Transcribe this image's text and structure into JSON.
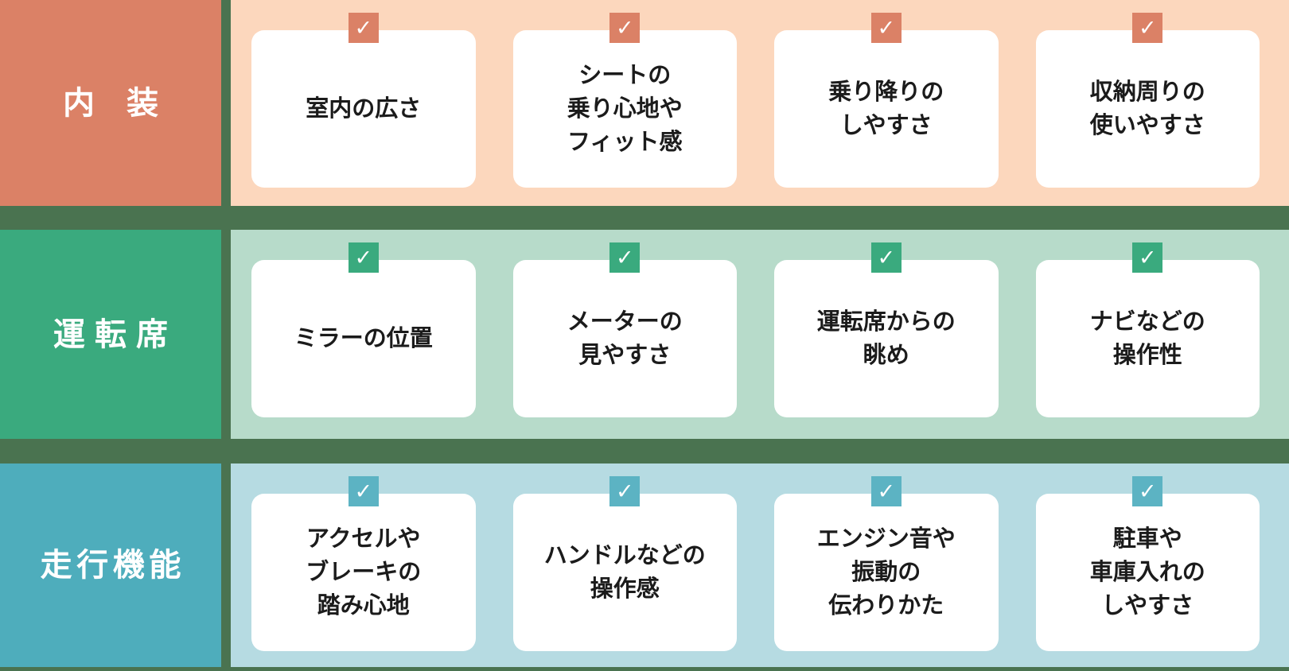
{
  "check_glyph": "✓",
  "divider_color": "#4A7350",
  "card_bg": "#FFFFFF",
  "text_color": "#1B1B1B",
  "rows": [
    {
      "label": "内装",
      "theme": {
        "label_bg": "#DB8166",
        "area_bg": "#FCD7BD",
        "check_bg": "#DB8166"
      },
      "items": [
        {
          "text": "室内の広さ"
        },
        {
          "text": "シートの\n乗り心地や\nフィット感"
        },
        {
          "text": "乗り降りの\nしやすさ"
        },
        {
          "text": "収納周りの\n使いやすさ"
        }
      ]
    },
    {
      "label": "運転席",
      "theme": {
        "label_bg": "#3AAA7E",
        "area_bg": "#B7DBCA",
        "check_bg": "#3AAA7E"
      },
      "items": [
        {
          "text": "ミラーの位置"
        },
        {
          "text": "メーターの\n見やすさ"
        },
        {
          "text": "運転席からの\n眺め"
        },
        {
          "text": "ナビなどの\n操作性"
        }
      ]
    },
    {
      "label": "走行機能",
      "theme": {
        "label_bg": "#4EADBC",
        "area_bg": "#B6DBE2",
        "check_bg": "#5CB3C3"
      },
      "items": [
        {
          "text": "アクセルや\nブレーキの\n踏み心地"
        },
        {
          "text": "ハンドルなどの\n操作感"
        },
        {
          "text": "エンジン音や\n振動の\n伝わりかた"
        },
        {
          "text": "駐車や\n車庫入れの\nしやすさ"
        }
      ]
    }
  ]
}
